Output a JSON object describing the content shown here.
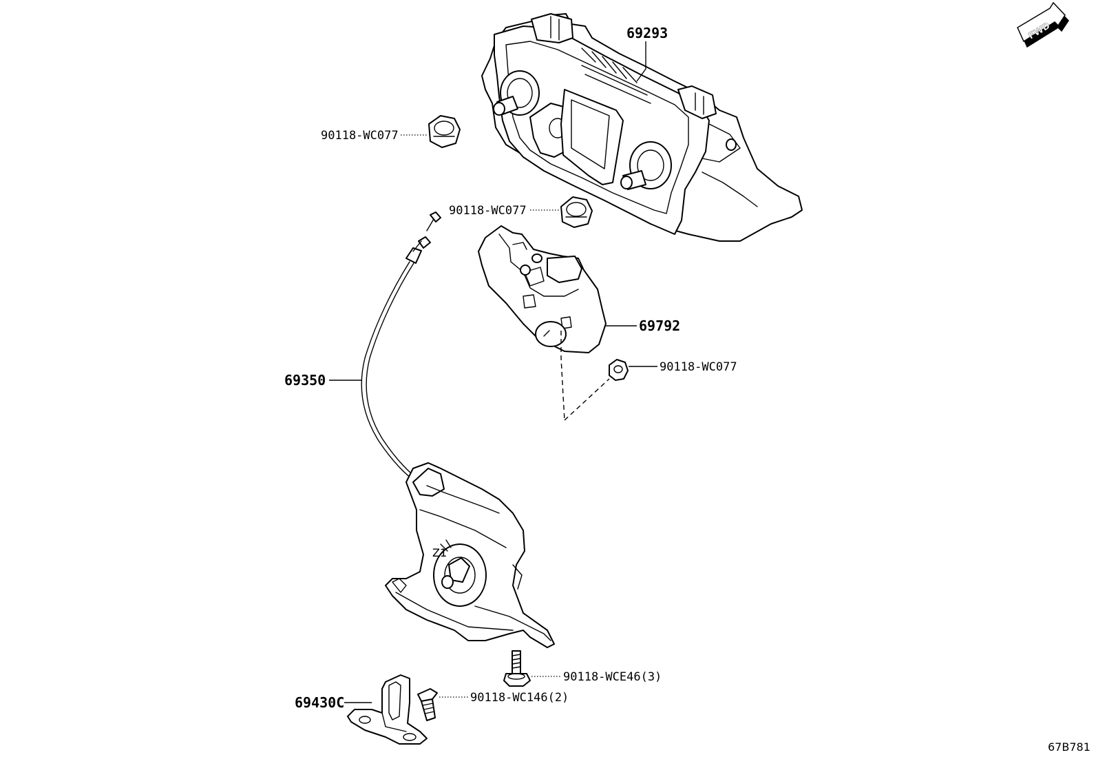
{
  "labels": {
    "p69293": "69293",
    "p69792": "69792",
    "p69350": "69350",
    "p69430c": "69430C",
    "nut_upper_left": "90118-WC077",
    "nut_upper_mid": "90118-WC077",
    "nut_right": "90118-WC077",
    "bolt": "90118-WCE46(3)",
    "screw": "90118-WC146(2)"
  },
  "fwd_badge": "FWD",
  "diagram_code": "67B781"
}
